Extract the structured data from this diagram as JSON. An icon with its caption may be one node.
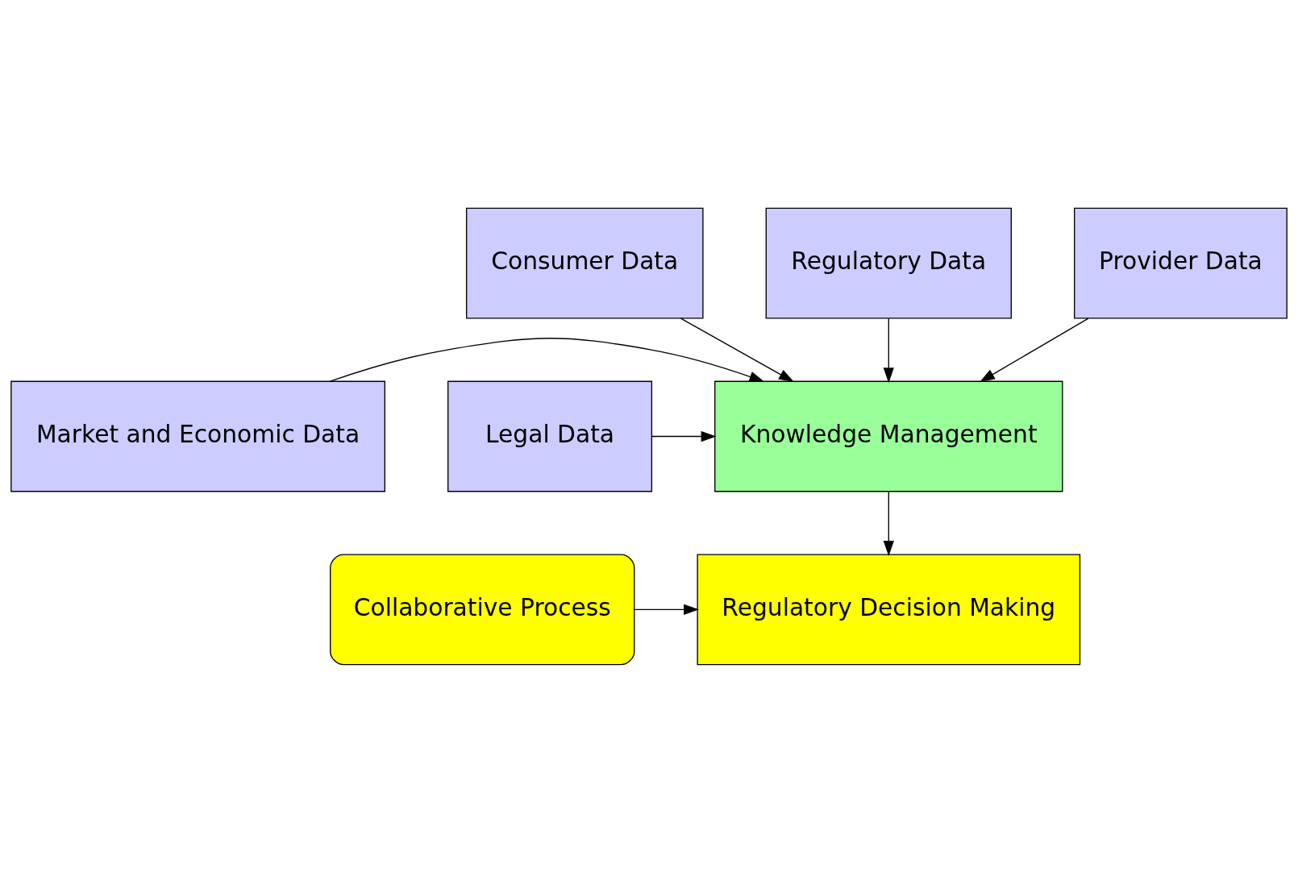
{
  "diagram": {
    "nodes": [
      {
        "text": [
          "Consumer Data"
        ]
      },
      {
        "text": [
          "Regulatory Data"
        ]
      },
      {
        "text": [
          "Provider Data"
        ]
      },
      {
        "text": [
          "Market and Economic Data"
        ]
      },
      {
        "text": [
          "Knowledge Management"
        ]
      },
      {
        "text": [
          "Legal Data"
        ]
      },
      {
        "text": [
          "Collaborative Process"
        ]
      },
      {
        "text": [
          "Regulatory Decision Making"
        ]
      }
    ],
    "edges": [
      {
        "from": 1,
        "to": 4,
        "arrow": "to"
      },
      {
        "from": 0,
        "to": 4,
        "arrow": "to"
      },
      {
        "from": 2,
        "to": 4,
        "arrow": "to"
      },
      {
        "from": 3,
        "to": 4,
        "arrow": "to"
      },
      {
        "from": 5,
        "to": 4,
        "arrow": "to"
      },
      {
        "from": 4,
        "to": 7,
        "arrow": "to"
      },
      {
        "from": 6,
        "to": 7,
        "arrow": "to"
      }
    ]
  }
}
